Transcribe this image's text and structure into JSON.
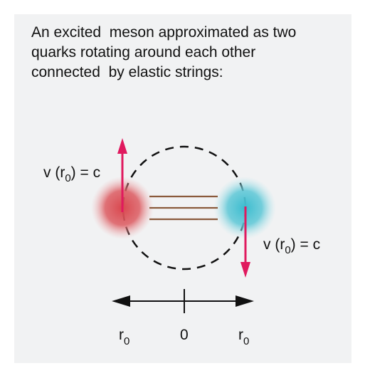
{
  "caption": {
    "line1": "An excited  meson approximated as two",
    "line2": "quarks rotating around each other",
    "line3": "connected  by elastic strings:"
  },
  "labels": {
    "velocity_left": {
      "prefix": "v (r",
      "sub": "0",
      "suffix": ") = c"
    },
    "velocity_right": {
      "prefix": "v (r",
      "sub": "0",
      "suffix": ") = c"
    },
    "axis_left": {
      "main": "r",
      "sub": "0"
    },
    "axis_center": "0",
    "axis_right": {
      "main": "r",
      "sub": "0"
    }
  },
  "colors": {
    "panel_background": "#f1f2f3",
    "quark_left": "#d9474e",
    "quark_right": "#39b9cc",
    "velocity_arrow": "#e0195e",
    "string": "#8a5a3b",
    "orbit": "#111111",
    "axis": "#111111"
  }
}
